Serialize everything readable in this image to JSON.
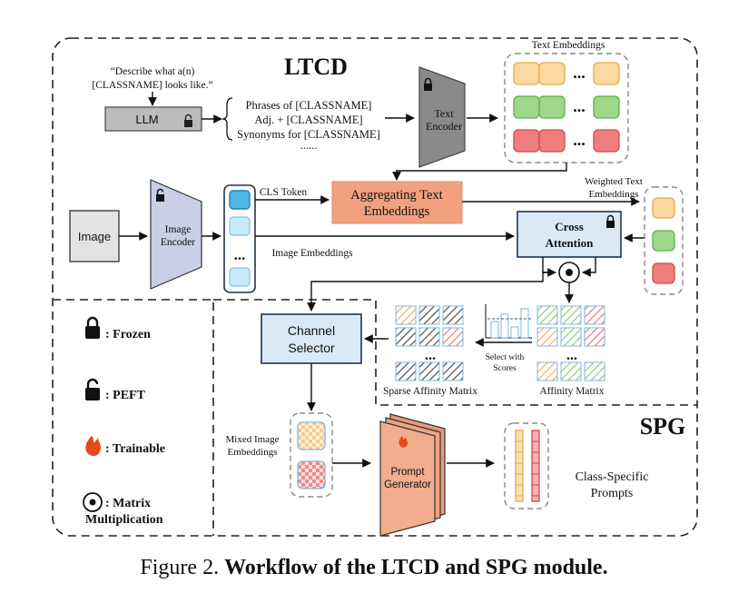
{
  "ltcd": {
    "title": "LTCD",
    "prompt_line1": "“Describe what a(n)",
    "prompt_line2": "[CLASSNAME] looks like.”",
    "llm_label": "LLM",
    "phrases": [
      "Phrases of [CLASSNAME]",
      "Adj. + [CLASSNAME]",
      "Synonyms for [CLASSNAME]",
      "......"
    ],
    "text_encoder_line1": "Text",
    "text_encoder_line2": "Encoder",
    "text_embeddings_label": "Text Embeddings",
    "ellipsis": "...",
    "image_label": "Image",
    "image_encoder_line1": "Image",
    "image_encoder_line2": "Encoder",
    "cls_token_label": "CLS Token",
    "image_embeddings_label": "Image Embeddings",
    "aggregating_line1": "Aggregating Text",
    "aggregating_line2": "Embeddings",
    "cross_attention_line1": "Cross",
    "cross_attention_line2": "Attention",
    "weighted_line1": "Weighted Text",
    "weighted_line2": "Embeddings"
  },
  "spg": {
    "title": "SPG",
    "channel_selector_line1": "Channel",
    "channel_selector_line2": "Selector",
    "select_line1": "Select with",
    "select_line2": "Scores",
    "sparse_affinity_label": "Sparse Affinity Matrix",
    "affinity_label": "Affinity Matrix",
    "mixed_line1": "Mixed Image",
    "mixed_line2": "Embeddings",
    "prompt_gen_line1": "Prompt",
    "prompt_gen_line2": "Generator",
    "class_prompts_line1": "Class-Specific",
    "class_prompts_line2": "Prompts"
  },
  "legend": {
    "frozen": ": Frozen",
    "peft": ": PEFT",
    "trainable": ": Trainable",
    "matmul_line1": ": Matrix",
    "matmul_line2": "Multiplication"
  },
  "caption": {
    "prefix": "Figure 2.",
    "bold": "Workflow of the LTCD and SPG module."
  },
  "colors": {
    "orange_fill": "#fbd9a0",
    "orange_stroke": "#e8a84a",
    "green_fill": "#9ed88a",
    "green_stroke": "#5fae4d",
    "red_fill": "#ef7d7d",
    "red_stroke": "#cf4b4b",
    "blue_fill": "#dbe9f7",
    "blue_stroke": "#1e3550",
    "salmon": "#f0a27e",
    "encoder_fill": "#c8cfe6"
  }
}
